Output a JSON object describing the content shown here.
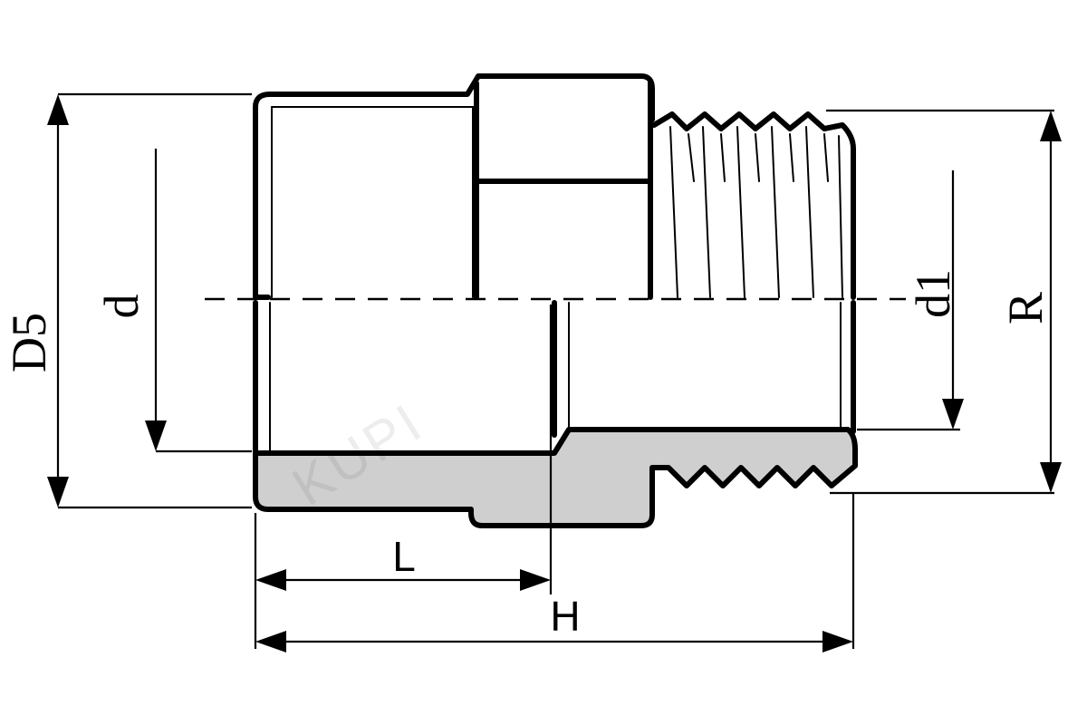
{
  "labels": {
    "D5": "D5",
    "d": "d",
    "d1": "d1",
    "R": "R",
    "L": "L",
    "H": "H"
  },
  "watermark": "KUPI",
  "colors": {
    "line": "#000000",
    "section_fill": "#cfcfcf",
    "background": "#ffffff"
  }
}
